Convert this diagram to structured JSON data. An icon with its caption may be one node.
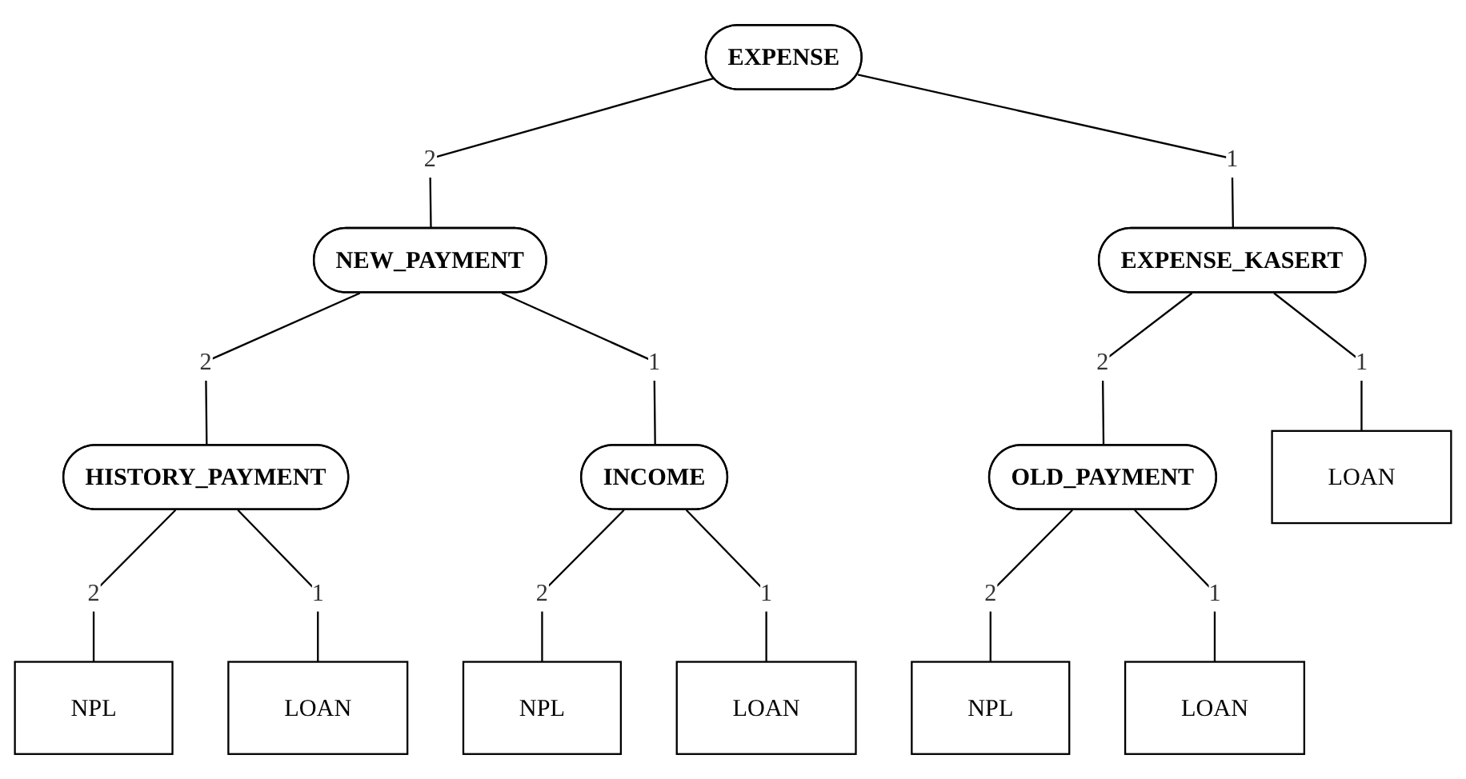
{
  "diagram": {
    "nodes": [
      {
        "text": [
          "EXPENSE"
        ]
      },
      {
        "text": [
          "NEW_PAYMENT"
        ]
      },
      {
        "text": [
          "EXPENSE_KASERT"
        ]
      },
      {
        "text": [
          "HISTORY_PAYMENT"
        ]
      },
      {
        "text": [
          "INCOME"
        ]
      },
      {
        "text": [
          "OLD_PAYMENT"
        ]
      },
      {
        "text": [
          "LOAN"
        ]
      },
      {
        "text": [
          "NPL"
        ]
      },
      {
        "text": [
          "LOAN"
        ]
      },
      {
        "text": [
          "NPL"
        ]
      },
      {
        "text": [
          "LOAN"
        ]
      },
      {
        "text": [
          "NPL"
        ]
      },
      {
        "text": [
          "LOAN"
        ]
      }
    ],
    "edges": [
      {
        "from": 0,
        "to": 1,
        "arrow": "none",
        "label": "2"
      },
      {
        "from": 0,
        "to": 2,
        "arrow": "none",
        "label": "1"
      },
      {
        "from": 1,
        "to": 3,
        "arrow": "none",
        "label": "2"
      },
      {
        "from": 1,
        "to": 4,
        "arrow": "none",
        "label": "1"
      },
      {
        "from": 2,
        "to": 5,
        "arrow": "none",
        "label": "2"
      },
      {
        "from": 2,
        "to": 6,
        "arrow": "none",
        "label": "1"
      },
      {
        "from": 3,
        "to": 7,
        "arrow": "none",
        "label": "2"
      },
      {
        "from": 3,
        "to": 8,
        "arrow": "none",
        "label": "1"
      },
      {
        "from": 4,
        "to": 9,
        "arrow": "none",
        "label": "2"
      },
      {
        "from": 4,
        "to": 10,
        "arrow": "none",
        "label": "1"
      },
      {
        "from": 5,
        "to": 11,
        "arrow": "none",
        "label": "2"
      },
      {
        "from": 5,
        "to": 12,
        "arrow": "none",
        "label": "1"
      }
    ]
  }
}
